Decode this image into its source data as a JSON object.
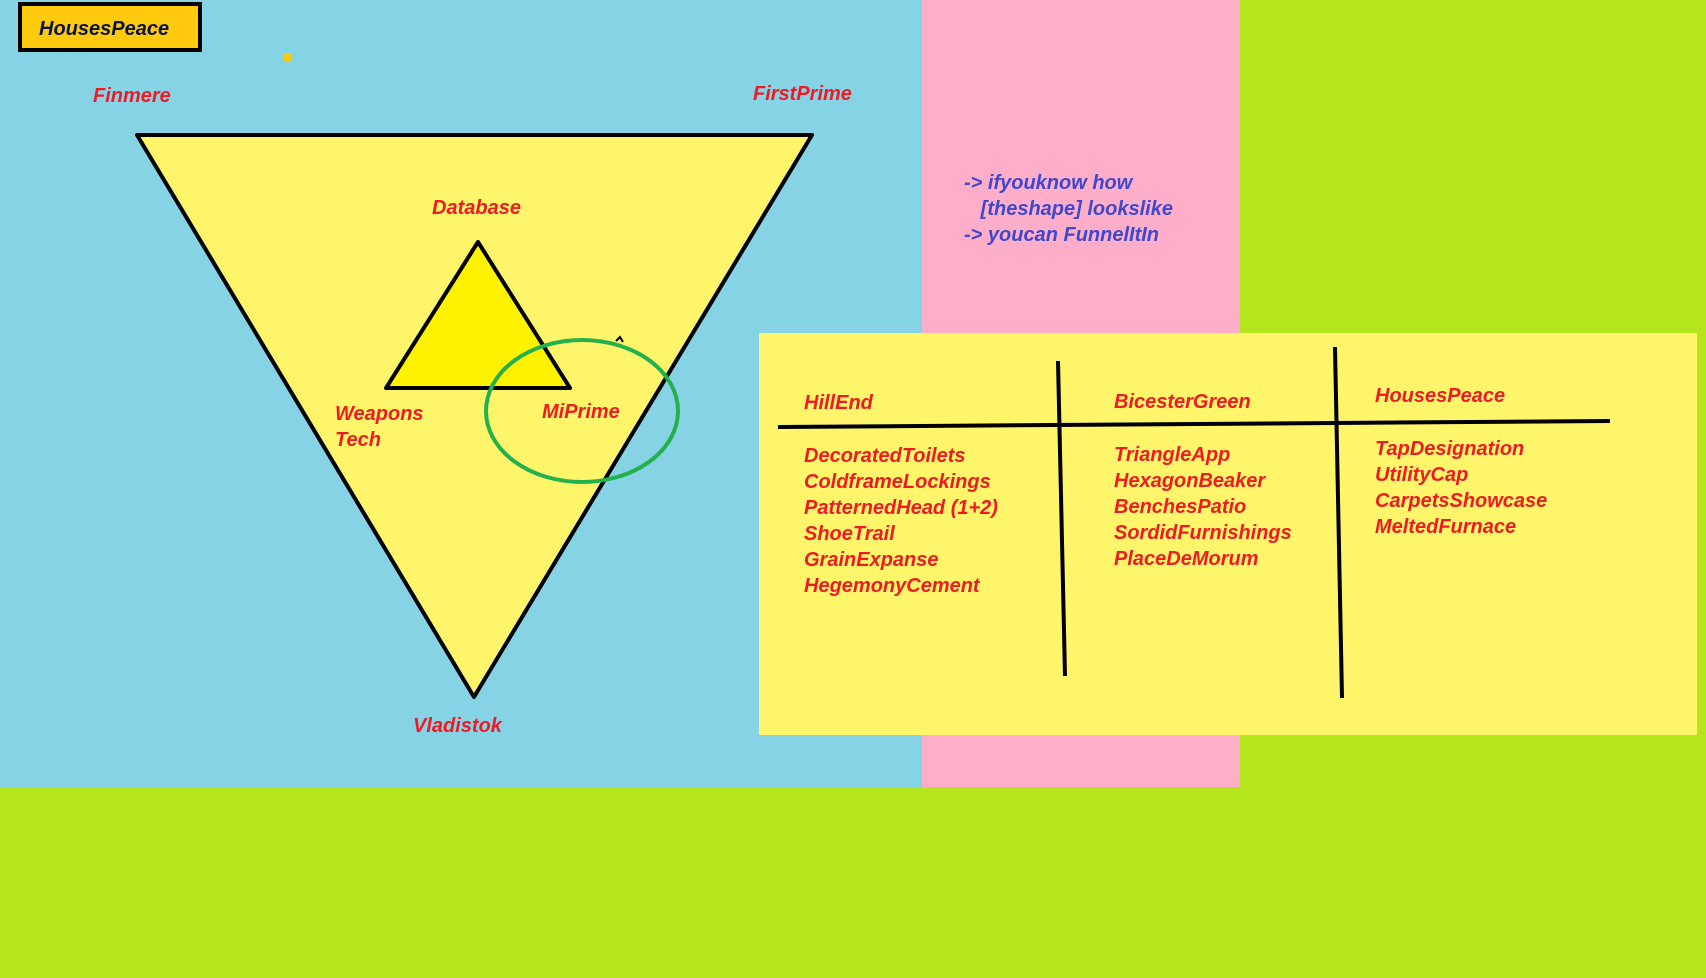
{
  "title": "HousesPeace",
  "diagram": {
    "corners": {
      "top_left": "Finmere",
      "top_right": "FirstPrime",
      "bottom": "Vladistok"
    },
    "inner": {
      "top": "Database",
      "left_line1": "Weapons",
      "left_line2": "Tech",
      "right": "MiPrime"
    }
  },
  "notes": [
    "-> ifyouknow how",
    "   [theshape] lookslike",
    "-> youcan FunnelItIn"
  ],
  "table": {
    "columns": [
      {
        "header": "HillEnd",
        "items": [
          "DecoratedToilets",
          "ColdframeLockings",
          "PatternedHead (1+2)",
          "ShoeTrail",
          "GrainExpanse",
          "HegemonyCement"
        ]
      },
      {
        "header": "BicesterGreen",
        "items": [
          "TriangleApp",
          "HexagonBeaker",
          "BenchesPatio",
          "SordidFurnishings",
          "PlaceDeMorum"
        ]
      },
      {
        "header": "HousesPeace",
        "items": [
          "TapDesignation",
          "UtilityCap",
          "CarpetsShowcase",
          "MeltedFurnace"
        ]
      }
    ]
  },
  "colors": {
    "background_green": "#b5e61d",
    "panel_blue": "#87d3e6",
    "panel_pink": "#ffaec9",
    "panel_yellow": "#fff56a",
    "triangle_fill": "#fff56a",
    "inner_triangle_fill": "#fff200",
    "circle_stroke": "#22b14c",
    "label_red": "#ed1c24",
    "note_blue": "#3f48cc",
    "title_fill": "#ffc90e"
  }
}
